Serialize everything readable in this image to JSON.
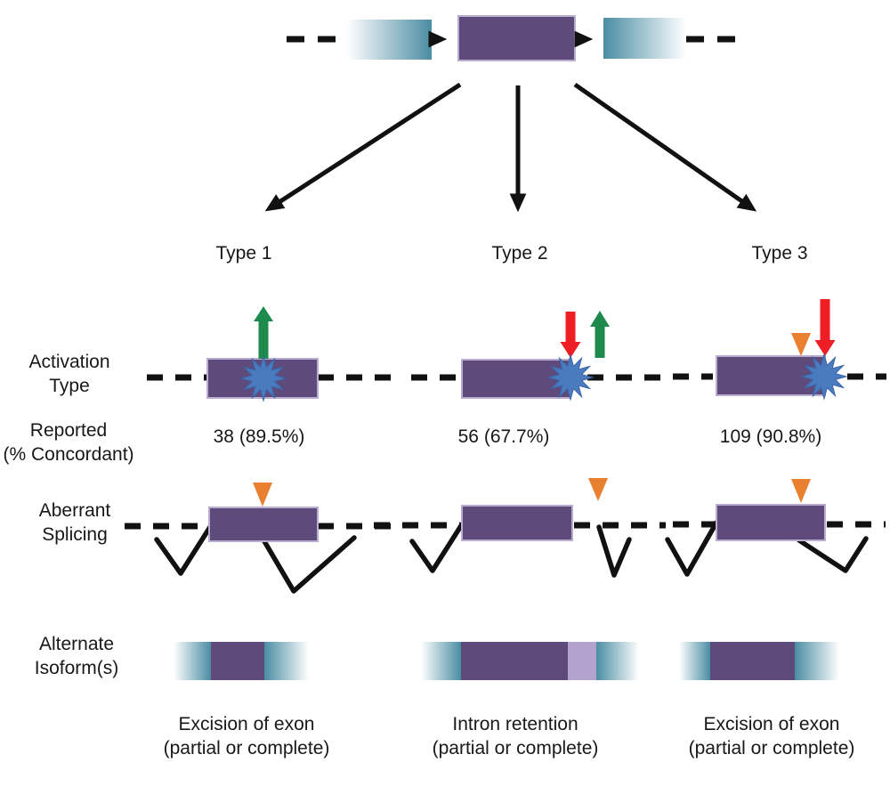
{
  "colors": {
    "exon-purple": "#5e4b7c",
    "exon-purple-border": "#b9aecf",
    "intron-lavender": "#b4a2ce",
    "teal": "#4a8da3",
    "green-arrow": "#1e8a4d",
    "red-arrow": "#ed1f24",
    "orange-marker": "#e8802f",
    "starburst-blue": "#4a7bbe",
    "line-black": "#111111"
  },
  "icons": {
    "mutation_site": "blue-starburst-icon",
    "expression_increase": "green-up-arrow-icon",
    "expression_decrease": "red-down-arrow-icon",
    "splice_site_marker": "orange-triangle-icon",
    "splice_direction": "black-right-arrow-icon",
    "branch": "black-diagonal-arrow-icon"
  },
  "row_labels": {
    "activation": {
      "line1": "Activation",
      "line2": "Type"
    },
    "reported": {
      "line1": "Reported",
      "line2": "(% Concordant)"
    },
    "splicing": {
      "line1": "Aberrant",
      "line2": "Splicing"
    },
    "isoform": {
      "line1": "Alternate",
      "line2": "Isoform(s)"
    }
  },
  "types": [
    {
      "label": "Type 1",
      "reported": "38 (89.5%)",
      "outcome": {
        "line1": "Excision of exon",
        "line2": "(partial or complete)"
      }
    },
    {
      "label": "Type 2",
      "reported": "56 (67.7%)",
      "outcome": {
        "line1": "Intron retention",
        "line2": "(partial or complete)"
      }
    },
    {
      "label": "Type 3",
      "reported": "109 (90.8%)",
      "outcome": {
        "line1": "Excision of exon",
        "line2": "(partial or complete)"
      }
    }
  ]
}
